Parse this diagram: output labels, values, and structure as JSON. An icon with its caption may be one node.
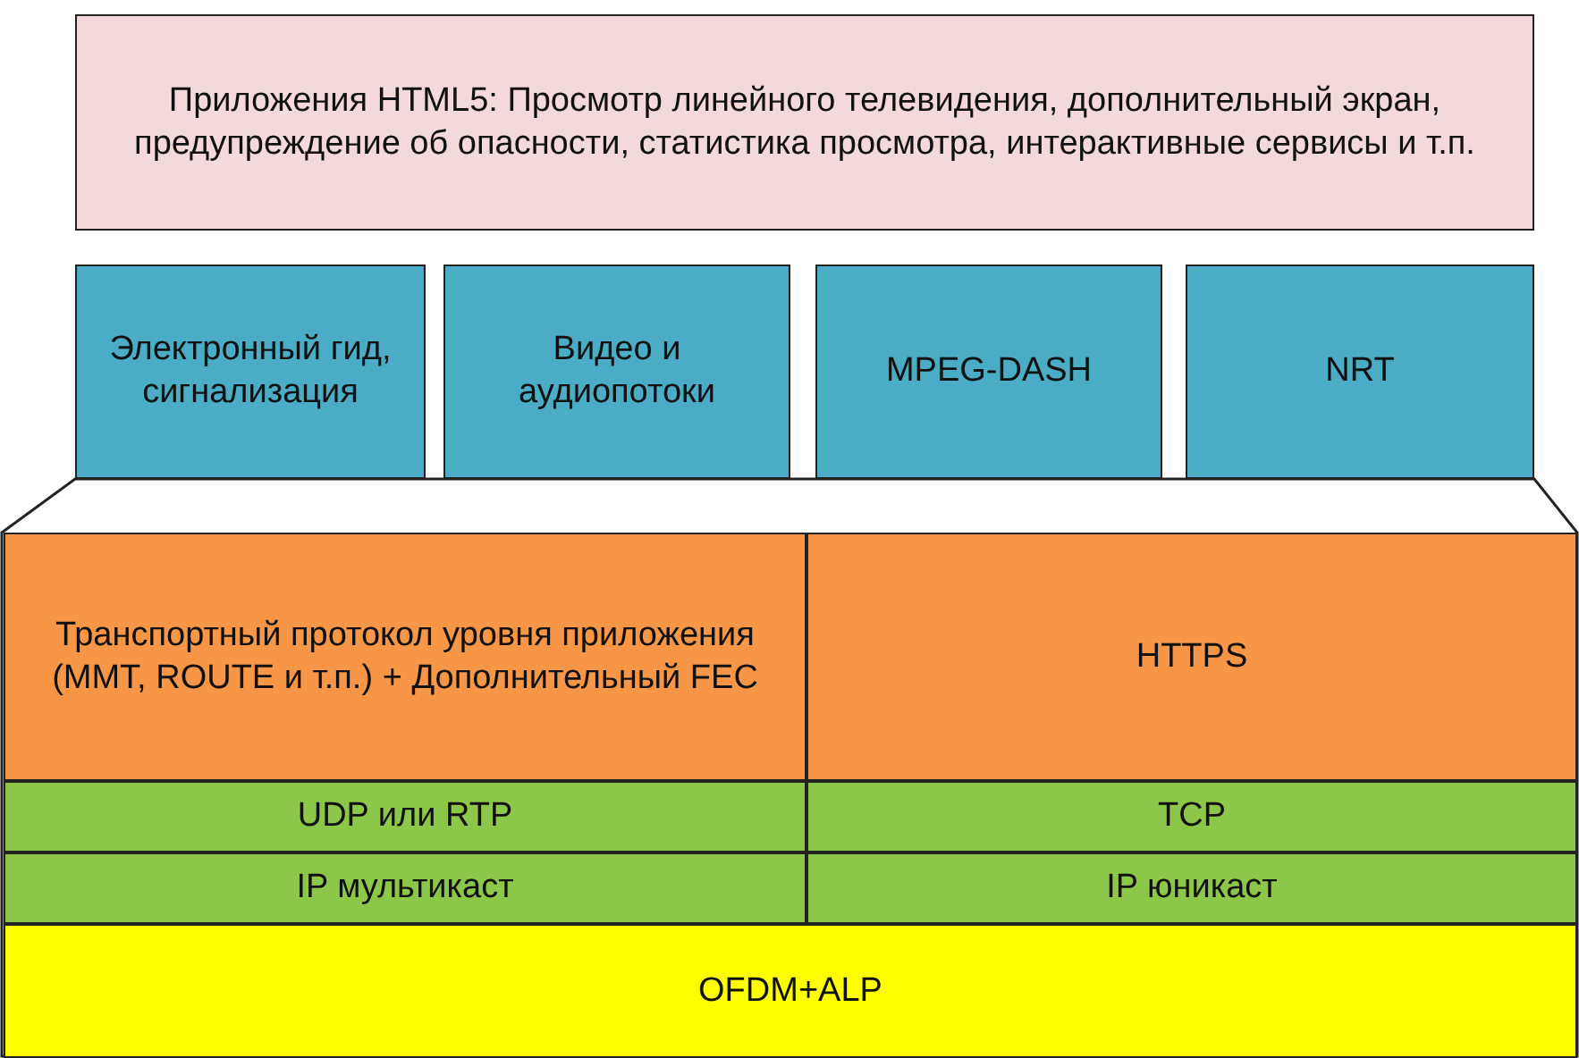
{
  "diagram": {
    "nodes": [
      {
        "text": [
          "Приложения HTML5: Просмотр линейного телевидения, дополнительный экран, предупреждение об опасности, статистика просмотра, интерактивные сервисы и т.п."
        ]
      },
      {
        "text": [
          "Электронный гид, сигнализация"
        ]
      },
      {
        "text": [
          "Видео и аудиопотоки"
        ]
      },
      {
        "text": [
          "MPEG-DASH"
        ]
      },
      {
        "text": [
          "NRT"
        ]
      },
      {
        "text": [
          "Транспортный протокол уровня приложения (MMT, ROUTE и т.п.) + Дополнительный FEC"
        ]
      },
      {
        "text": [
          "HTTPS"
        ]
      },
      {
        "text": [
          "UDP или RTP"
        ]
      },
      {
        "text": [
          "TCP"
        ]
      },
      {
        "text": [
          "IP мультикаст"
        ]
      },
      {
        "text": [
          "IP юникаст"
        ]
      },
      {
        "text": [
          "OFDM+ALP"
        ]
      }
    ],
    "edges": []
  }
}
